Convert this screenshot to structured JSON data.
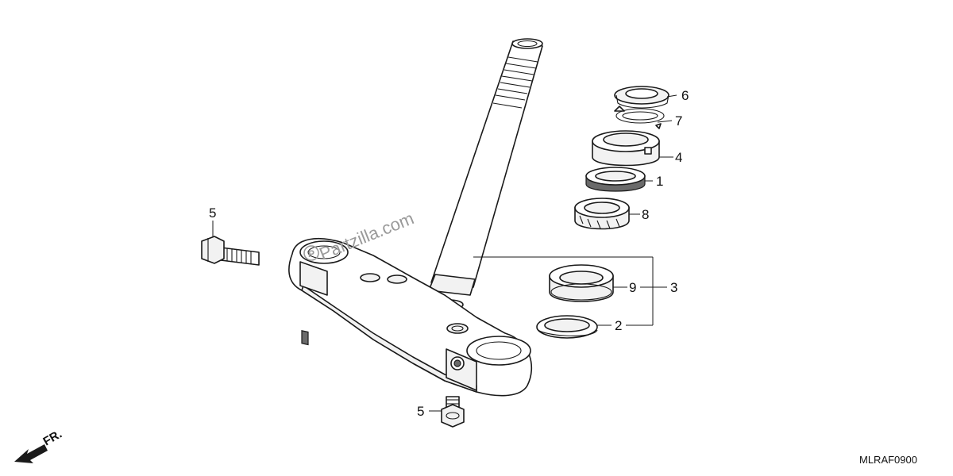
{
  "diagram_code": "MLRAF0900",
  "watermark": "Partzilla.com",
  "direction_label": "FR.",
  "callouts": {
    "c1": "1",
    "c2": "2",
    "c3": "3",
    "c4": "4",
    "c5a": "5",
    "c5b": "5",
    "c6": "6",
    "c7": "7",
    "c8": "8",
    "c9": "9"
  }
}
